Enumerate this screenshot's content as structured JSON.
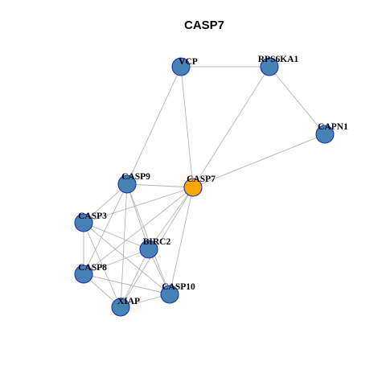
{
  "title": "CASP7",
  "colors": {
    "node_default": "#4682b4",
    "node_highlight": "#ffa500",
    "node_border": "#1a2fb8",
    "edge": "#b4b4b4"
  },
  "nodes": [
    {
      "id": "VCP",
      "label": "VCP",
      "highlight": false
    },
    {
      "id": "RPS6KA1",
      "label": "RPS6KA1",
      "highlight": false
    },
    {
      "id": "CAPN1",
      "label": "CAPN1",
      "highlight": false
    },
    {
      "id": "CASP9",
      "label": "CASP9",
      "highlight": false
    },
    {
      "id": "CASP7",
      "label": "CASP7",
      "highlight": true
    },
    {
      "id": "CASP3",
      "label": "CASP3",
      "highlight": false
    },
    {
      "id": "BIRC2",
      "label": "BIRC2",
      "highlight": false
    },
    {
      "id": "CASP8",
      "label": "CASP8",
      "highlight": false
    },
    {
      "id": "CASP10",
      "label": "CASP10",
      "highlight": false
    },
    {
      "id": "XIAP",
      "label": "XIAP",
      "highlight": false
    }
  ],
  "edges": [
    [
      "VCP",
      "RPS6KA1"
    ],
    [
      "VCP",
      "CASP9"
    ],
    [
      "VCP",
      "CASP7"
    ],
    [
      "RPS6KA1",
      "CAPN1"
    ],
    [
      "RPS6KA1",
      "CASP7"
    ],
    [
      "CAPN1",
      "CASP7"
    ],
    [
      "CASP9",
      "CASP7"
    ],
    [
      "CASP9",
      "CASP3"
    ],
    [
      "CASP9",
      "BIRC2"
    ],
    [
      "CASP9",
      "CASP8"
    ],
    [
      "CASP9",
      "XIAP"
    ],
    [
      "CASP9",
      "CASP10"
    ],
    [
      "CASP7",
      "CASP3"
    ],
    [
      "CASP7",
      "BIRC2"
    ],
    [
      "CASP7",
      "CASP8"
    ],
    [
      "CASP7",
      "XIAP"
    ],
    [
      "CASP7",
      "CASP10"
    ],
    [
      "CASP3",
      "BIRC2"
    ],
    [
      "CASP3",
      "CASP8"
    ],
    [
      "CASP3",
      "XIAP"
    ],
    [
      "CASP3",
      "CASP10"
    ],
    [
      "BIRC2",
      "CASP8"
    ],
    [
      "BIRC2",
      "XIAP"
    ],
    [
      "BIRC2",
      "CASP10"
    ],
    [
      "CASP8",
      "XIAP"
    ],
    [
      "CASP8",
      "CASP10"
    ],
    [
      "XIAP",
      "CASP10"
    ]
  ]
}
